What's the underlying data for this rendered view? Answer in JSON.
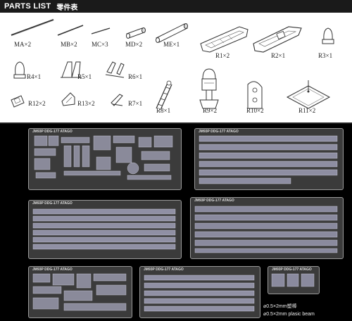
{
  "header": {
    "title": "PARTS LIST",
    "subtitle": "零件表"
  },
  "parts": [
    {
      "id": "ma",
      "label": "MA×2"
    },
    {
      "id": "mb",
      "label": "MB×2"
    },
    {
      "id": "mc",
      "label": "MC×3"
    },
    {
      "id": "md",
      "label": "MD×2"
    },
    {
      "id": "me",
      "label": "ME×1"
    },
    {
      "id": "r1",
      "label": "R1×2"
    },
    {
      "id": "r2",
      "label": "R2×1"
    },
    {
      "id": "r3",
      "label": "R3×1"
    },
    {
      "id": "r4",
      "label": "R4×1"
    },
    {
      "id": "r5",
      "label": "R5×1"
    },
    {
      "id": "r6",
      "label": "R6×1"
    },
    {
      "id": "r7",
      "label": "R7×1"
    },
    {
      "id": "r8",
      "label": "R8×1"
    },
    {
      "id": "r9",
      "label": "R9×2"
    },
    {
      "id": "r10",
      "label": "R10×2"
    },
    {
      "id": "r11",
      "label": "R11×2"
    },
    {
      "id": "r12",
      "label": "R12×2"
    },
    {
      "id": "r13",
      "label": "R13×2"
    }
  ],
  "sheets": [
    {
      "code": "JM93P DDG-177 ATAGO"
    },
    {
      "code": "JM93P DDG-177 ATAGO"
    },
    {
      "code": "JM93P DDG-177 ATAGO"
    },
    {
      "code": "JM93P DDG-177 ATAGO"
    },
    {
      "code": "JM93P DDG-177 ATAGO"
    },
    {
      "code": "JM93P DDG-177 ATAGO"
    },
    {
      "code": "JM93P DDG-177 ATAGO"
    }
  ],
  "notes": {
    "beam1": "⌀0.5×2mm塑棒",
    "beam2": "⌀0.5×2mm plasic beam"
  }
}
